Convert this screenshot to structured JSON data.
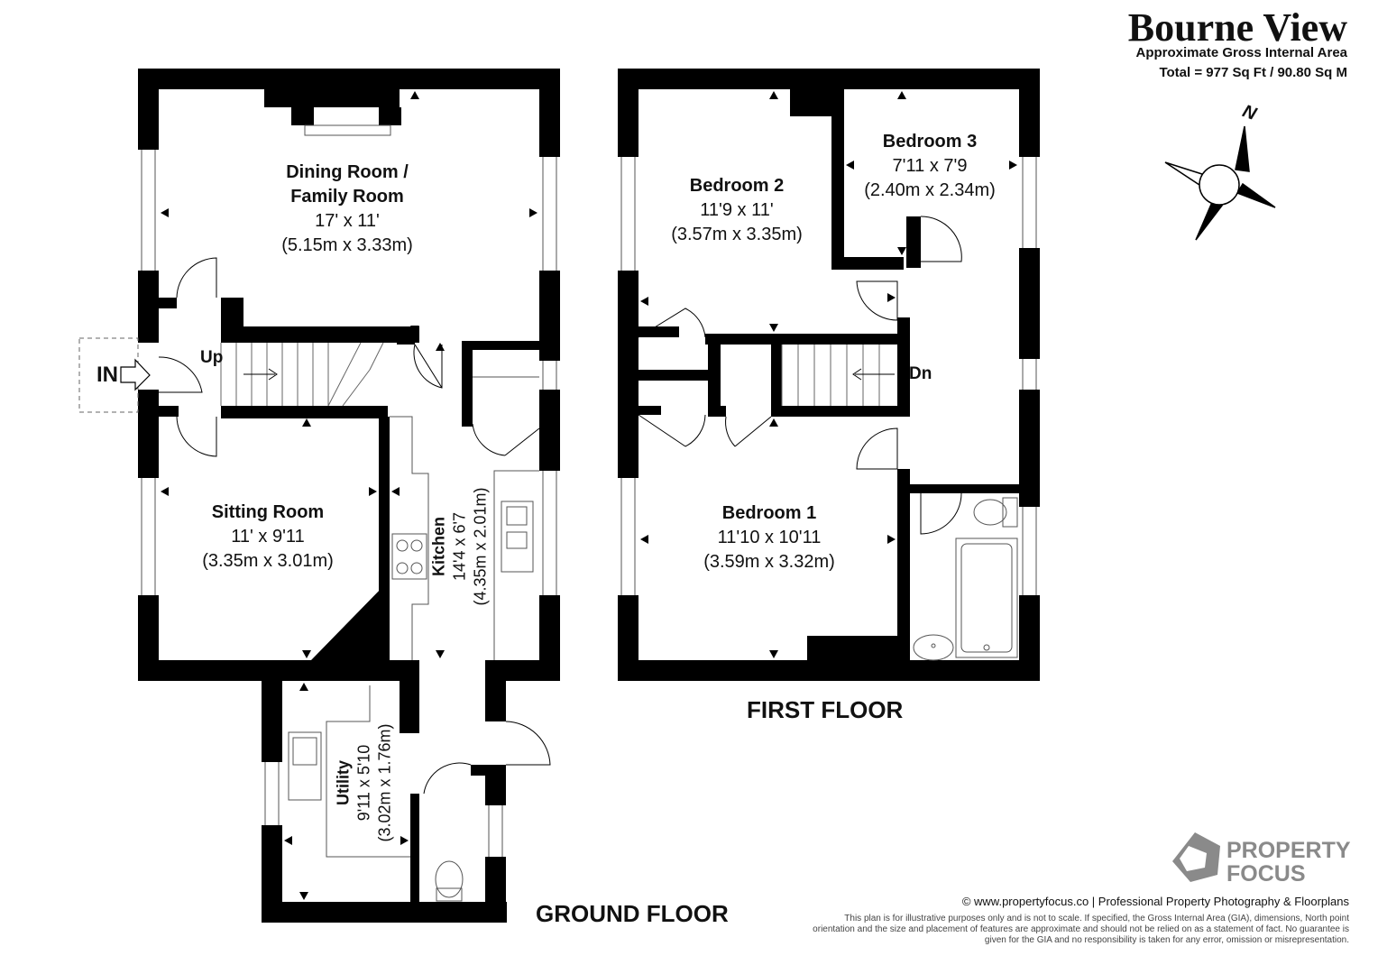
{
  "header": {
    "title": "Bourne View",
    "subtitle": "Approximate Gross Internal Area",
    "total": "Total = 977 Sq Ft / 90.80 Sq M"
  },
  "compass": {
    "label": "N"
  },
  "ground_floor": {
    "label": "GROUND FLOOR",
    "entrance": "IN",
    "stairs": "Up",
    "rooms": {
      "dining": {
        "name1": "Dining Room /",
        "name2": "Family Room",
        "imperial": "17' x 11'",
        "metric": "(5.15m x 3.33m)"
      },
      "sitting": {
        "name": "Sitting Room",
        "imperial": "11' x 9'11",
        "metric": "(3.35m x 3.01m)"
      },
      "kitchen": {
        "name": "Kitchen",
        "imperial": "14'4 x 6'7",
        "metric": "(4.35m x 2.01m)"
      },
      "utility": {
        "name": "Utility",
        "imperial": "9'11 x 5'10",
        "metric": "(3.02m x 1.76m)"
      }
    }
  },
  "first_floor": {
    "label": "FIRST FLOOR",
    "stairs": "Dn",
    "rooms": {
      "bedroom2": {
        "name": "Bedroom 2",
        "imperial": "11'9 x 11'",
        "metric": "(3.57m x 3.35m)"
      },
      "bedroom3": {
        "name": "Bedroom 3",
        "imperial": "7'11 x 7'9",
        "metric": "(2.40m x 2.34m)"
      },
      "bedroom1": {
        "name": "Bedroom 1",
        "imperial": "11'10 x 10'11",
        "metric": "(3.59m x 3.32m)"
      }
    }
  },
  "footer": {
    "brand_line1": "PROPERTY",
    "brand_line2": "FOCUS",
    "copyright": "© www.propertyfocus.co | Professional Property Photography & Floorplans",
    "disclaimer": "This plan is for illustrative purposes only and is not to scale. If specified, the Gross Internal Area (GIA), dimensions, North point orientation and the size and placement of features are approximate and should not be relied on as a statement of fact. No guarantee is given for the GIA and no responsibility is taken for any error, omission or misrepresentation."
  },
  "colors": {
    "wall": "#000000",
    "brand_grey": "#8a8a8a",
    "fixture_grey": "#777777"
  }
}
